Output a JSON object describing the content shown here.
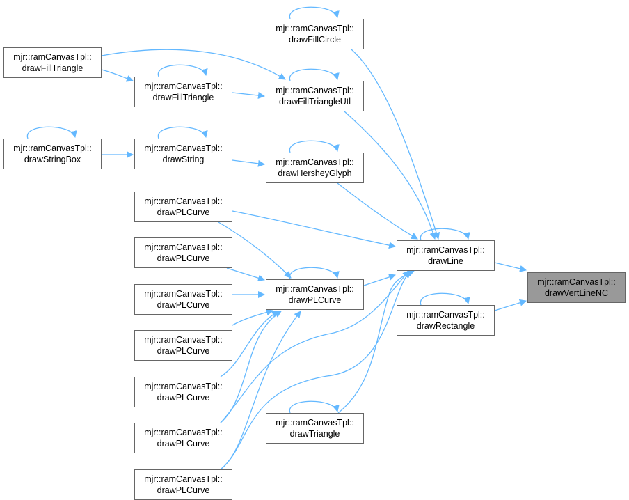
{
  "graph": {
    "type": "call-graph",
    "edge_color": "#63b8ff",
    "node_border_color": "#666666",
    "current_node_fill": "#999999",
    "nodes": [
      {
        "id": "A",
        "line1": "mjr::ramCanvasTpl::",
        "line2": "drawFillTriangle"
      },
      {
        "id": "B",
        "line1": "mjr::ramCanvasTpl::",
        "line2": "drawFillTriangle"
      },
      {
        "id": "C",
        "line1": "mjr::ramCanvasTpl::",
        "line2": "drawFillCircle"
      },
      {
        "id": "D",
        "line1": "mjr::ramCanvasTpl::",
        "line2": "drawFillTriangleUtl"
      },
      {
        "id": "E",
        "line1": "mjr::ramCanvasTpl::",
        "line2": "drawStringBox"
      },
      {
        "id": "F",
        "line1": "mjr::ramCanvasTpl::",
        "line2": "drawString"
      },
      {
        "id": "G",
        "line1": "mjr::ramCanvasTpl::",
        "line2": "drawHersheyGlyph"
      },
      {
        "id": "P1",
        "line1": "mjr::ramCanvasTpl::",
        "line2": "drawPLCurve"
      },
      {
        "id": "P2",
        "line1": "mjr::ramCanvasTpl::",
        "line2": "drawPLCurve"
      },
      {
        "id": "P3",
        "line1": "mjr::ramCanvasTpl::",
        "line2": "drawPLCurve"
      },
      {
        "id": "P4",
        "line1": "mjr::ramCanvasTpl::",
        "line2": "drawPLCurve"
      },
      {
        "id": "P5",
        "line1": "mjr::ramCanvasTpl::",
        "line2": "drawPLCurve"
      },
      {
        "id": "P6",
        "line1": "mjr::ramCanvasTpl::",
        "line2": "drawPLCurve"
      },
      {
        "id": "P7",
        "line1": "mjr::ramCanvasTpl::",
        "line2": "drawPLCurve"
      },
      {
        "id": "Q",
        "line1": "mjr::ramCanvasTpl::",
        "line2": "drawPLCurve"
      },
      {
        "id": "L",
        "line1": "mjr::ramCanvasTpl::",
        "line2": "drawLine"
      },
      {
        "id": "R",
        "line1": "mjr::ramCanvasTpl::",
        "line2": "drawRectangle"
      },
      {
        "id": "T",
        "line1": "mjr::ramCanvasTpl::",
        "line2": "drawTriangle"
      },
      {
        "id": "V",
        "line1": "mjr::ramCanvasTpl::",
        "line2": "drawVertLineNC",
        "current": true
      }
    ],
    "edges": [
      {
        "from": "A",
        "to": "B"
      },
      {
        "from": "A",
        "to": "D"
      },
      {
        "from": "B",
        "to": "D"
      },
      {
        "from": "E",
        "to": "F"
      },
      {
        "from": "F",
        "to": "G"
      },
      {
        "from": "C",
        "to": "L"
      },
      {
        "from": "D",
        "to": "L"
      },
      {
        "from": "G",
        "to": "L"
      },
      {
        "from": "P1",
        "to": "L"
      },
      {
        "from": "P1",
        "to": "Q"
      },
      {
        "from": "P2",
        "to": "Q"
      },
      {
        "from": "P3",
        "to": "Q"
      },
      {
        "from": "P4",
        "to": "Q"
      },
      {
        "from": "P5",
        "to": "Q"
      },
      {
        "from": "P6",
        "to": "Q"
      },
      {
        "from": "P7",
        "to": "Q"
      },
      {
        "from": "P6",
        "to": "L"
      },
      {
        "from": "P7",
        "to": "L"
      },
      {
        "from": "Q",
        "to": "L"
      },
      {
        "from": "T",
        "to": "L"
      },
      {
        "from": "L",
        "to": "V"
      },
      {
        "from": "R",
        "to": "V"
      }
    ],
    "self_loops": [
      "B",
      "C",
      "D",
      "E",
      "F",
      "G",
      "Q",
      "L",
      "R",
      "T"
    ]
  }
}
